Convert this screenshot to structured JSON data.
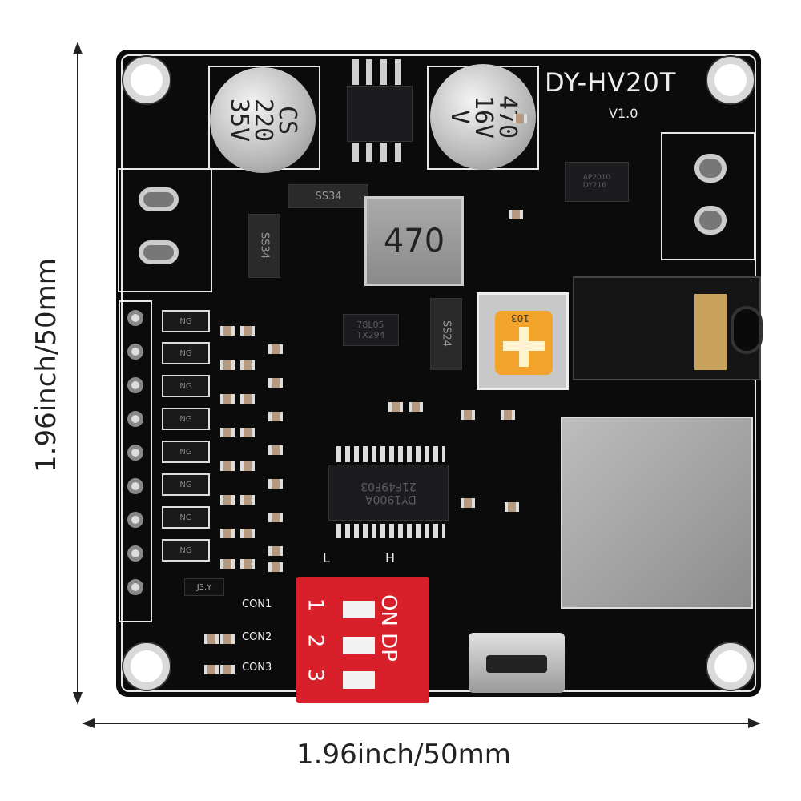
{
  "dimensions": {
    "height_label": "1.96inch/50mm",
    "width_label": "1.96inch/50mm"
  },
  "board": {
    "model": "DY-HV20T",
    "version": "V1.0",
    "cap1": "CS\n220\n35V",
    "cap2": "470\n16V\nV",
    "inductor": "470",
    "diode1": "SS34",
    "diode2": "SS34",
    "diode3": "SS24",
    "regulator": "78L05\nTX294",
    "amp_chip": "AP2010\nDY216",
    "main_chip": "DY1900A\n21F49F03",
    "pot": "103",
    "transistor_label": "NG",
    "jumper": "J3.Y",
    "con1": "CON1",
    "con2": "CON2",
    "con3": "CON3",
    "low": "L",
    "high": "H",
    "dip": {
      "title": "ON DP",
      "pos1": "1",
      "pos2": "2",
      "pos3": "3",
      "color": "#d8202a"
    }
  }
}
